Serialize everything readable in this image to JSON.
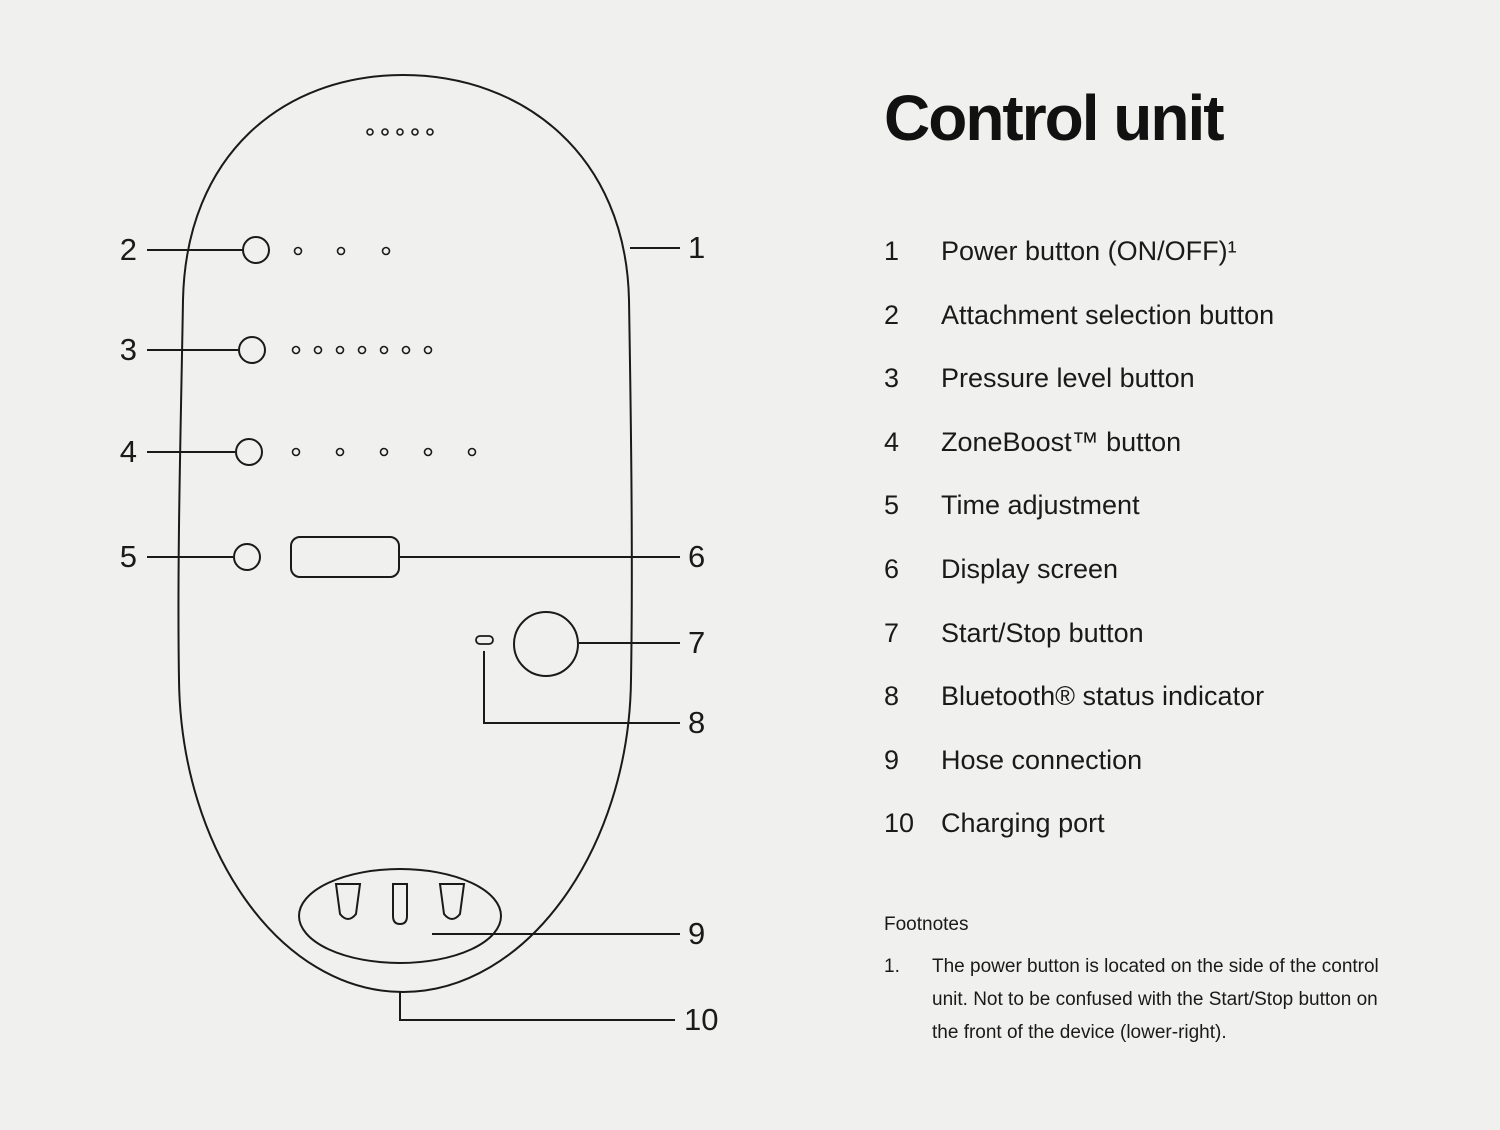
{
  "title": "Control unit",
  "legend": [
    {
      "num": "1",
      "label": "Power button (ON/OFF)¹"
    },
    {
      "num": "2",
      "label": "Attachment selection button"
    },
    {
      "num": "3",
      "label": "Pressure level button"
    },
    {
      "num": "4",
      "label": "ZoneBoost™ button"
    },
    {
      "num": "5",
      "label": "Time adjustment"
    },
    {
      "num": "6",
      "label": "Display screen"
    },
    {
      "num": "7",
      "label": "Start/Stop button"
    },
    {
      "num": "8",
      "label": "Bluetooth® status indicator"
    },
    {
      "num": "9",
      "label": "Hose connection"
    },
    {
      "num": "10",
      "label": "Charging port"
    }
  ],
  "footnotes": {
    "heading": "Footnotes",
    "items": [
      {
        "num": "1.",
        "text": "The power button is located on the side of the control unit. Not to be confused with the Start/Stop button on the front of the device (lower-right)."
      }
    ]
  },
  "diagram": {
    "callouts": [
      "1",
      "2",
      "3",
      "4",
      "5",
      "6",
      "7",
      "8",
      "9",
      "10"
    ],
    "line_color": "#1a1a1a"
  }
}
